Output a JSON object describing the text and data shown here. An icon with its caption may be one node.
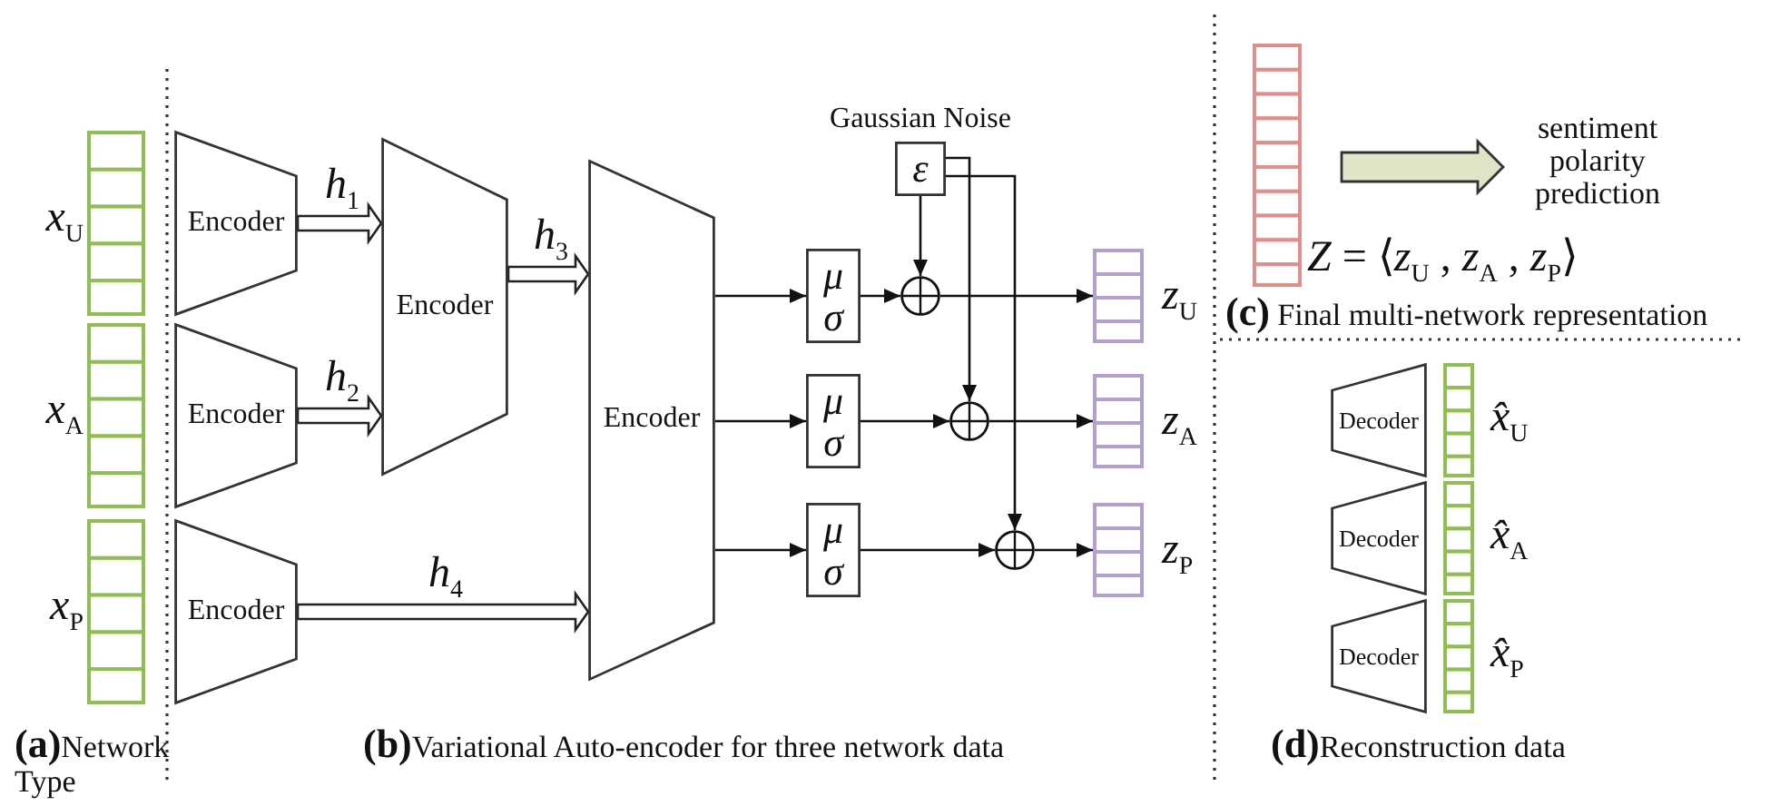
{
  "diagram": {
    "nodes": [
      {
        "text": [],
        "shape": "bar",
        "beside": [
          "*x*$_{U}$"
        ]
      },
      {
        "text": [],
        "shape": "bar",
        "beside": [
          "*x*$_{A}$"
        ]
      },
      {
        "text": [],
        "shape": "bar",
        "beside": [
          "*x*$_{P}$"
        ]
      },
      {
        "text": [
          "Encoder"
        ]
      },
      {
        "text": [
          "Encoder"
        ]
      },
      {
        "text": [
          "Encoder"
        ]
      },
      {
        "text": [
          "Encoder"
        ]
      },
      {
        "text": [
          "Encoder"
        ]
      },
      {
        "text": [
          "Gaussian Noise",
          "ε"
        ]
      },
      {
        "text": [
          "μ",
          "σ"
        ]
      },
      {
        "text": [
          "μ",
          "σ"
        ]
      },
      {
        "text": [
          "μ",
          "σ"
        ]
      },
      {
        "text": [],
        "shape": "circle"
      },
      {
        "text": [],
        "shape": "circle"
      },
      {
        "text": [],
        "shape": "circle"
      },
      {
        "text": [],
        "shape": "bar",
        "beside": [
          "*z*$_{U}$"
        ]
      },
      {
        "text": [],
        "shape": "bar",
        "beside": [
          "*z*$_{A}$"
        ]
      },
      {
        "text": [],
        "shape": "bar",
        "beside": [
          "*z*$_{P}$"
        ]
      },
      {
        "text": [],
        "shape": "bar",
        "beside": [
          "*Z* = ⟨*z*$_{U}$ , *z*$_{A}$ , *z*$_{P}$⟩"
        ]
      },
      {
        "text": [
          "sentiment polarity prediction"
        ]
      },
      {
        "text": [
          "Decoder"
        ]
      },
      {
        "text": [
          "Decoder"
        ]
      },
      {
        "text": [
          "Decoder"
        ]
      },
      {
        "text": [],
        "shape": "bar",
        "beside": [
          "*x̂*$_{U}$"
        ]
      },
      {
        "text": [],
        "shape": "bar",
        "beside": [
          "*x̂*$_{A}$"
        ]
      },
      {
        "text": [],
        "shape": "bar",
        "beside": [
          "*x̂*$_{P}$"
        ]
      }
    ],
    "edges": [
      {
        "from": 3,
        "to": 6,
        "arrow": "to",
        "label": "*h*$_{1}$",
        "style": "thick"
      },
      {
        "from": 4,
        "to": 6,
        "arrow": "to",
        "label": "*h*$_{2}$",
        "style": "thick"
      },
      {
        "from": 6,
        "to": 7,
        "arrow": "to",
        "label": "*h*$_{3}$",
        "style": "thick"
      },
      {
        "from": 5,
        "to": 7,
        "arrow": "to",
        "label": "*h*$_{4}$",
        "style": "thick"
      },
      {
        "from": 7,
        "to": 9,
        "arrow": "to"
      },
      {
        "from": 7,
        "to": 10,
        "arrow": "to"
      },
      {
        "from": 7,
        "to": 11,
        "arrow": "to"
      },
      {
        "from": 9,
        "to": 12,
        "arrow": "to"
      },
      {
        "from": 10,
        "to": 13,
        "arrow": "to"
      },
      {
        "from": 11,
        "to": 14,
        "arrow": "to"
      },
      {
        "from": 8,
        "to": 12,
        "arrow": "to"
      },
      {
        "from": 8,
        "to": 13,
        "arrow": "to"
      },
      {
        "from": 8,
        "to": 14,
        "arrow": "to"
      },
      {
        "from": 12,
        "to": 15,
        "arrow": "to"
      },
      {
        "from": 13,
        "to": 16,
        "arrow": "to"
      },
      {
        "from": 14,
        "to": 17,
        "arrow": "to"
      },
      {
        "from": 18,
        "to": 19,
        "arrow": "to",
        "style": "thick",
        "color": "#dfe6c8"
      }
    ],
    "labels": [
      "**(a)**Network Type",
      "**(b)**Variational Auto-encoder for three network data",
      "**(c)** Final multi-network representation",
      "**(d)**Reconstruction data"
    ]
  }
}
